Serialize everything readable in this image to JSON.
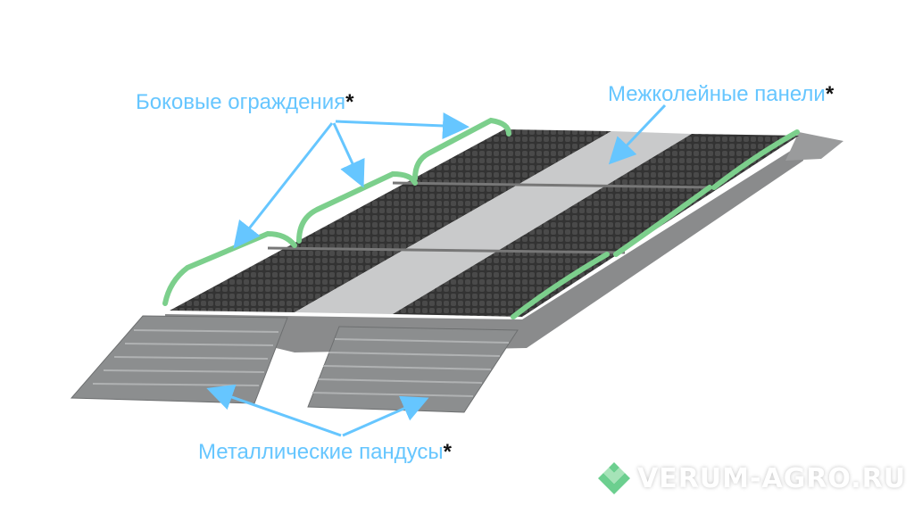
{
  "labels": {
    "side_rails": "Боковые ограждения",
    "inter_track_panels": "Межколейные панели",
    "metal_ramps": "Металлические пандусы",
    "asterisk": "*"
  },
  "logo": {
    "text": "VERUM-AGRO.RU",
    "icon": "diamond-chevron-logo-icon"
  },
  "colors": {
    "label": "#66c6ff",
    "rail": "#7ccf8c",
    "track": "#3a3a3a",
    "panel": "#c9cacb",
    "ramp": "#8c8e8f",
    "logo_green": "#6ccf8f"
  }
}
